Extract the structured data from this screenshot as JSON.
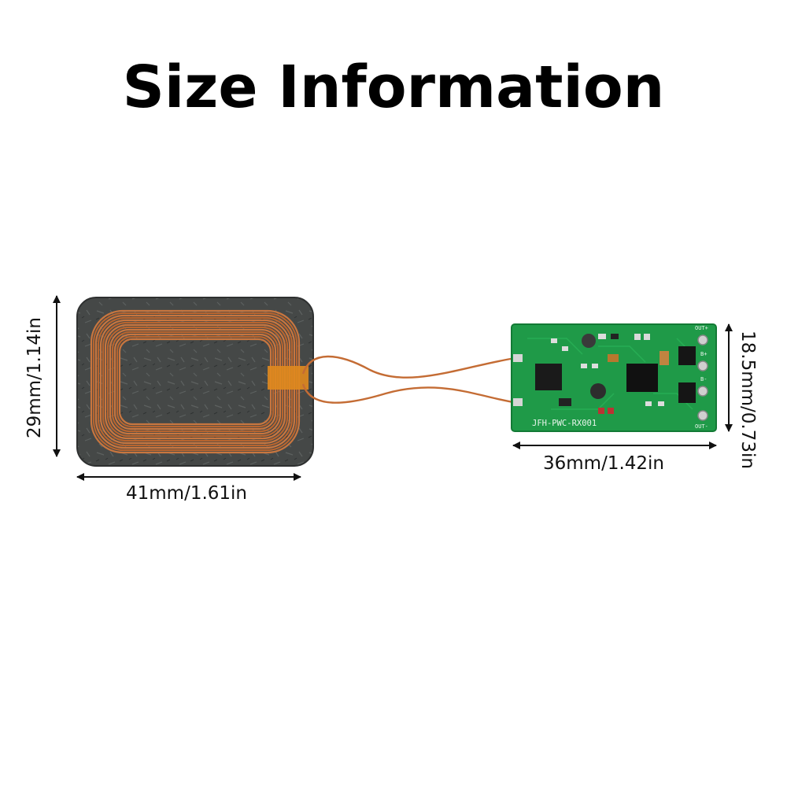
{
  "title": "Size Information",
  "coil": {
    "width_label": "41mm/1.61in",
    "height_label": "29mm/1.14in"
  },
  "board": {
    "width_label": "36mm/1.42in",
    "height_label": "18.5mm/0.73in",
    "silkscreen": "JFH-PWC-RX001",
    "pins": [
      "OUT+",
      "B+",
      "B-",
      "OUT-"
    ]
  },
  "colors": {
    "copper": "#c8763f",
    "pcb_green": "#1f9a48",
    "pad_ferrite": "#3d4040"
  }
}
